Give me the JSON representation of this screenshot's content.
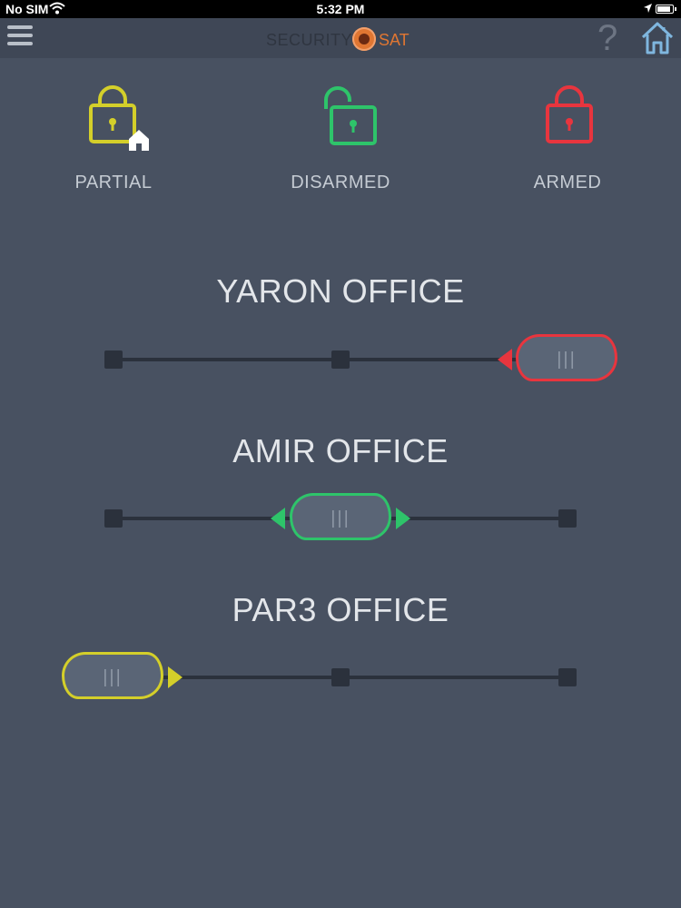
{
  "status_bar": {
    "carrier": "No SIM",
    "time": "5:32 PM"
  },
  "header": {
    "logo_part1": "SECURITY",
    "logo_part2": "SAT",
    "help_label": "?"
  },
  "modes": [
    {
      "label": "PARTIAL",
      "color": "#d4cf2a",
      "icon": "lock-home-icon"
    },
    {
      "label": "DISARMED",
      "color": "#2ec46a",
      "icon": "unlock-icon"
    },
    {
      "label": "ARMED",
      "color": "#e8353e",
      "icon": "lock-icon"
    }
  ],
  "zones": [
    {
      "name": "YARON OFFICE",
      "state": "ARMED",
      "color": "#e8353e"
    },
    {
      "name": "AMIR OFFICE",
      "state": "DISARMED",
      "color": "#2ec46a"
    },
    {
      "name": "PAR3 OFFICE",
      "state": "PARTIAL",
      "color": "#d4cf2a"
    }
  ],
  "slider_grip": "|||"
}
